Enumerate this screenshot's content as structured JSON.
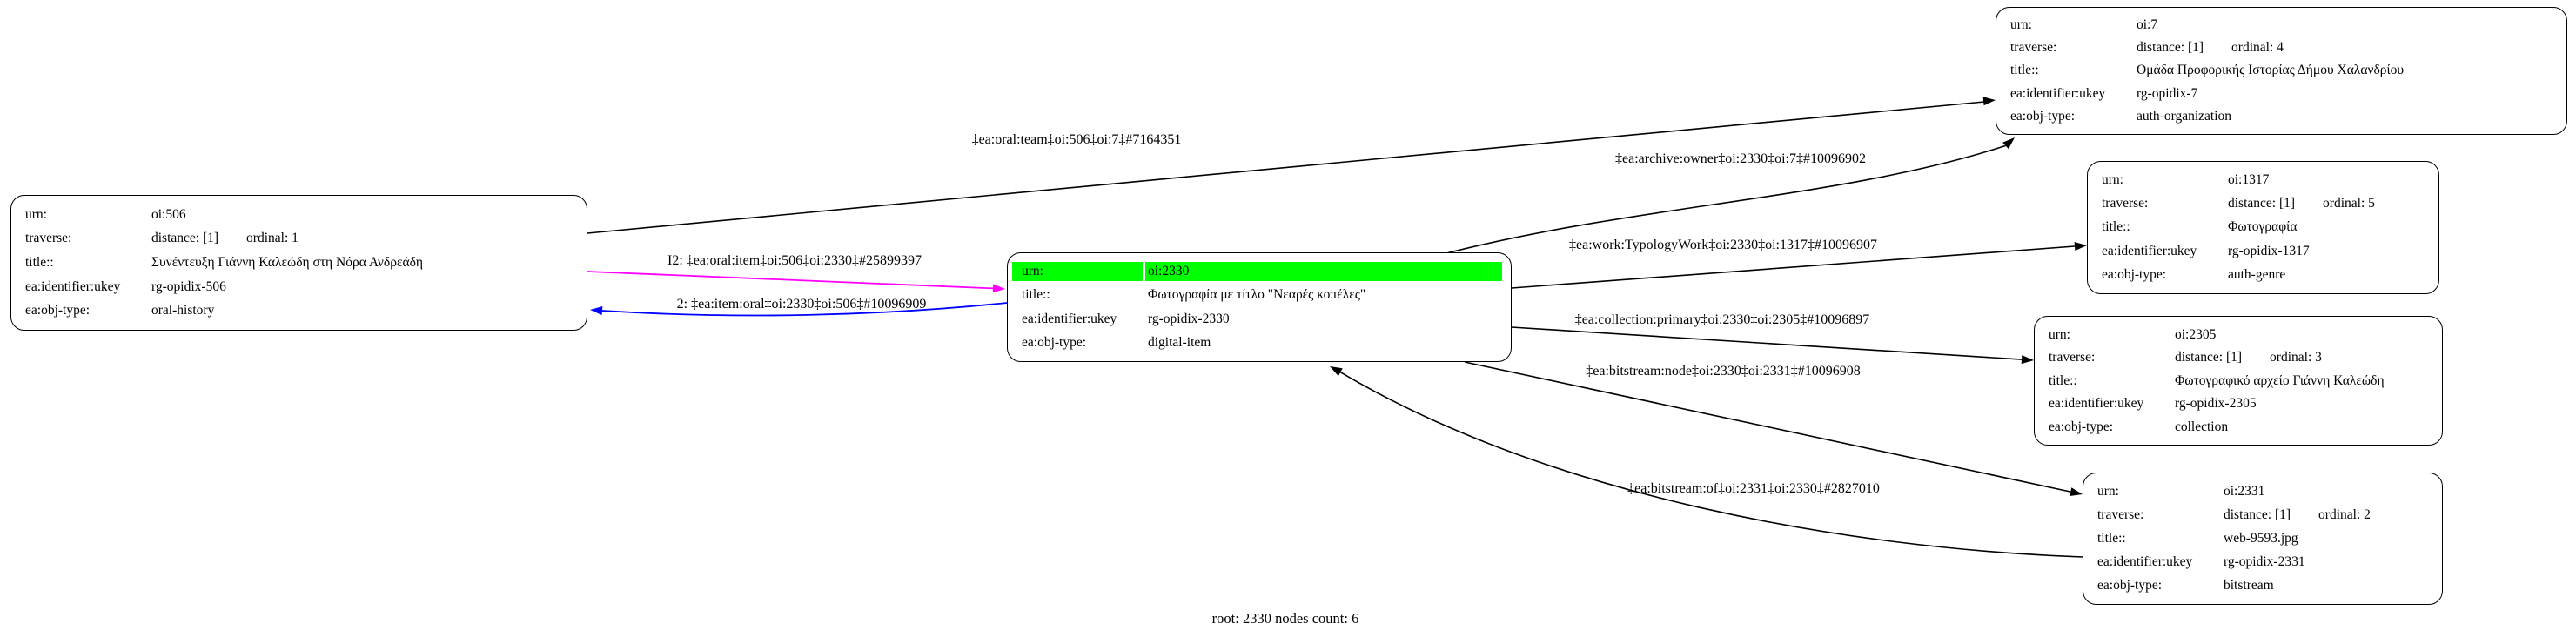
{
  "caption": "root: 2330 nodes count: 6",
  "colors": {
    "highlight_green": "#00ff00",
    "edge_black": "#000000",
    "edge_magenta": "#ff00ff",
    "edge_blue": "#0000ff"
  },
  "field_labels": {
    "urn": "urn:",
    "traverse": "traverse:",
    "title": "title::",
    "ukey": "ea:identifier:ukey",
    "objtype": "ea:obj-type:"
  },
  "nodes": {
    "oi506": {
      "urn": "oi:506",
      "distance": "distance: [1]",
      "ordinal": "ordinal: 1",
      "title": "Συνέντευξη Γιάννη Καλεώδη στη Νόρα Ανδρεάδη",
      "ukey": "rg-opidix-506",
      "objtype": "oral-history"
    },
    "oi2330": {
      "urn": "oi:2330",
      "title": "Φωτογραφία με τίτλο \"Νεαρές κοπέλες\"",
      "ukey": "rg-opidix-2330",
      "objtype": "digital-item",
      "highlighted": "true"
    },
    "oi7": {
      "urn": "oi:7",
      "distance": "distance: [1]",
      "ordinal": "ordinal: 4",
      "title": "Ομάδα Προφορικής Ιστορίας Δήμου Χαλανδρίου",
      "ukey": "rg-opidix-7",
      "objtype": "auth-organization"
    },
    "oi1317": {
      "urn": "oi:1317",
      "distance": "distance: [1]",
      "ordinal": "ordinal: 5",
      "title": "Φωτογραφία",
      "ukey": "rg-opidix-1317",
      "objtype": "auth-genre"
    },
    "oi2305": {
      "urn": "oi:2305",
      "distance": "distance: [1]",
      "ordinal": "ordinal: 3",
      "title": "Φωτογραφικό αρχείο Γιάννη Καλεώδη",
      "ukey": "rg-opidix-2305",
      "objtype": "collection"
    },
    "oi2331": {
      "urn": "oi:2331",
      "distance": "distance: [1]",
      "ordinal": "ordinal: 2",
      "title": "web-9593.jpg",
      "ukey": "rg-opidix-2331",
      "objtype": "bitstream"
    }
  },
  "edges": {
    "oral_team": {
      "label": "‡ea:oral:team‡oi:506‡oi:7‡#7164351",
      "color": "#000000"
    },
    "archive_owner": {
      "label": "‡ea:archive:owner‡oi:2330‡oi:7‡#10096902",
      "color": "#000000"
    },
    "oral_item": {
      "label": "I2: ‡ea:oral:item‡oi:506‡oi:2330‡#25899397",
      "color": "#ff00ff"
    },
    "item_oral": {
      "label": "2: ‡ea:item:oral‡oi:2330‡oi:506‡#10096909",
      "color": "#0000ff"
    },
    "work_typology": {
      "label": "‡ea:work:TypologyWork‡oi:2330‡oi:1317‡#10096907",
      "color": "#000000"
    },
    "collection_primary": {
      "label": "‡ea:collection:primary‡oi:2330‡oi:2305‡#10096897",
      "color": "#000000"
    },
    "bitstream_node": {
      "label": "‡ea:bitstream:node‡oi:2330‡oi:2331‡#10096908",
      "color": "#000000"
    },
    "bitstream_of": {
      "label": "‡ea:bitstream:of‡oi:2331‡oi:2330‡#2827010",
      "color": "#000000"
    }
  }
}
